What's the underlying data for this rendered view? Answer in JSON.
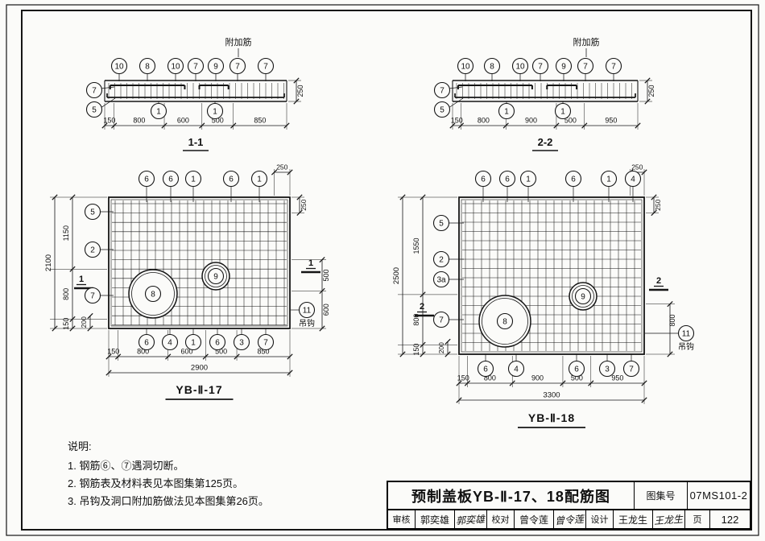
{
  "sheet": {
    "atlas_title": "预制盖板YB-Ⅱ-17、18配筋图",
    "atlas_no_label": "图集号",
    "atlas_no": "07MS101-2",
    "page_label": "页",
    "page_no": "122",
    "approvals": [
      {
        "role": "审核",
        "name": "郭奕雄",
        "sig": "郭奕雄"
      },
      {
        "role": "校对",
        "name": "曾令莲",
        "sig": "曾令莲"
      },
      {
        "role": "设计",
        "name": "王龙生",
        "sig": "王龙生"
      }
    ]
  },
  "notes": {
    "title": "说明:",
    "items": [
      "1. 钢筋⑥、⑦遇洞切断。",
      "2. 钢筋表及材料表见本图集第125页。",
      "3. 吊钩及洞口附加筋做法见本图集第26页。"
    ]
  },
  "section1": {
    "title": "1-1",
    "extra_label": "附加筋",
    "top_callouts": [
      "10",
      "8",
      "10",
      "7",
      "9",
      "7",
      "7"
    ],
    "left_callouts": [
      "7",
      "5"
    ],
    "bar_callouts": [
      "1",
      "1"
    ],
    "thickness_dim": "250",
    "bottom_dims": [
      "150",
      "800",
      "600",
      "500",
      "850"
    ]
  },
  "section2": {
    "title": "2-2",
    "extra_label": "附加筋",
    "top_callouts": [
      "10",
      "8",
      "10",
      "7",
      "9",
      "7",
      "7"
    ],
    "left_callouts": [
      "7",
      "5"
    ],
    "bar_callouts": [
      "1",
      "1"
    ],
    "thickness_dim": "250",
    "bottom_dims": [
      "150",
      "800",
      "900",
      "500",
      "950"
    ]
  },
  "plan17": {
    "title": "YB-Ⅱ-17",
    "top_callouts": [
      "6",
      "6",
      "1",
      "6",
      "1"
    ],
    "left_callouts": [
      "5",
      "2",
      "7"
    ],
    "bottom_callouts": [
      "6",
      "4",
      "1",
      "6",
      "3",
      "7"
    ],
    "hole_callouts": [
      "8",
      "9"
    ],
    "hook_callout": "11",
    "hook_label": "吊钩",
    "section_mark": "1",
    "left_dims": [
      "1150",
      "800",
      "150"
    ],
    "left_total": "2100",
    "offset_dim": "200",
    "corner_dim": "250",
    "right_top_dim": "250",
    "right_dims": [
      "500",
      "600"
    ],
    "bottom_dims": [
      "150",
      "800",
      "600",
      "500",
      "850"
    ],
    "bottom_total": "2900"
  },
  "plan18": {
    "title": "YB-Ⅱ-18",
    "top_callouts": [
      "6",
      "6",
      "1",
      "6",
      "1",
      "4"
    ],
    "left_callouts": [
      "5",
      "2",
      "3a",
      "7"
    ],
    "bottom_callouts": [
      "6",
      "4",
      "6",
      "3",
      "7"
    ],
    "hole_callouts": [
      "8",
      "9"
    ],
    "hook_callout": "11",
    "hook_label": "吊钩",
    "section_mark": "2",
    "left_dims": [
      "1550",
      "800",
      "150"
    ],
    "left_total": "2500",
    "offset_dim": "200",
    "corner_dim": "250",
    "right_top_dim": "250",
    "right_bottom_dim": "800",
    "bottom_dims": [
      "150",
      "800",
      "900",
      "500",
      "950"
    ],
    "bottom_total": "3300"
  }
}
